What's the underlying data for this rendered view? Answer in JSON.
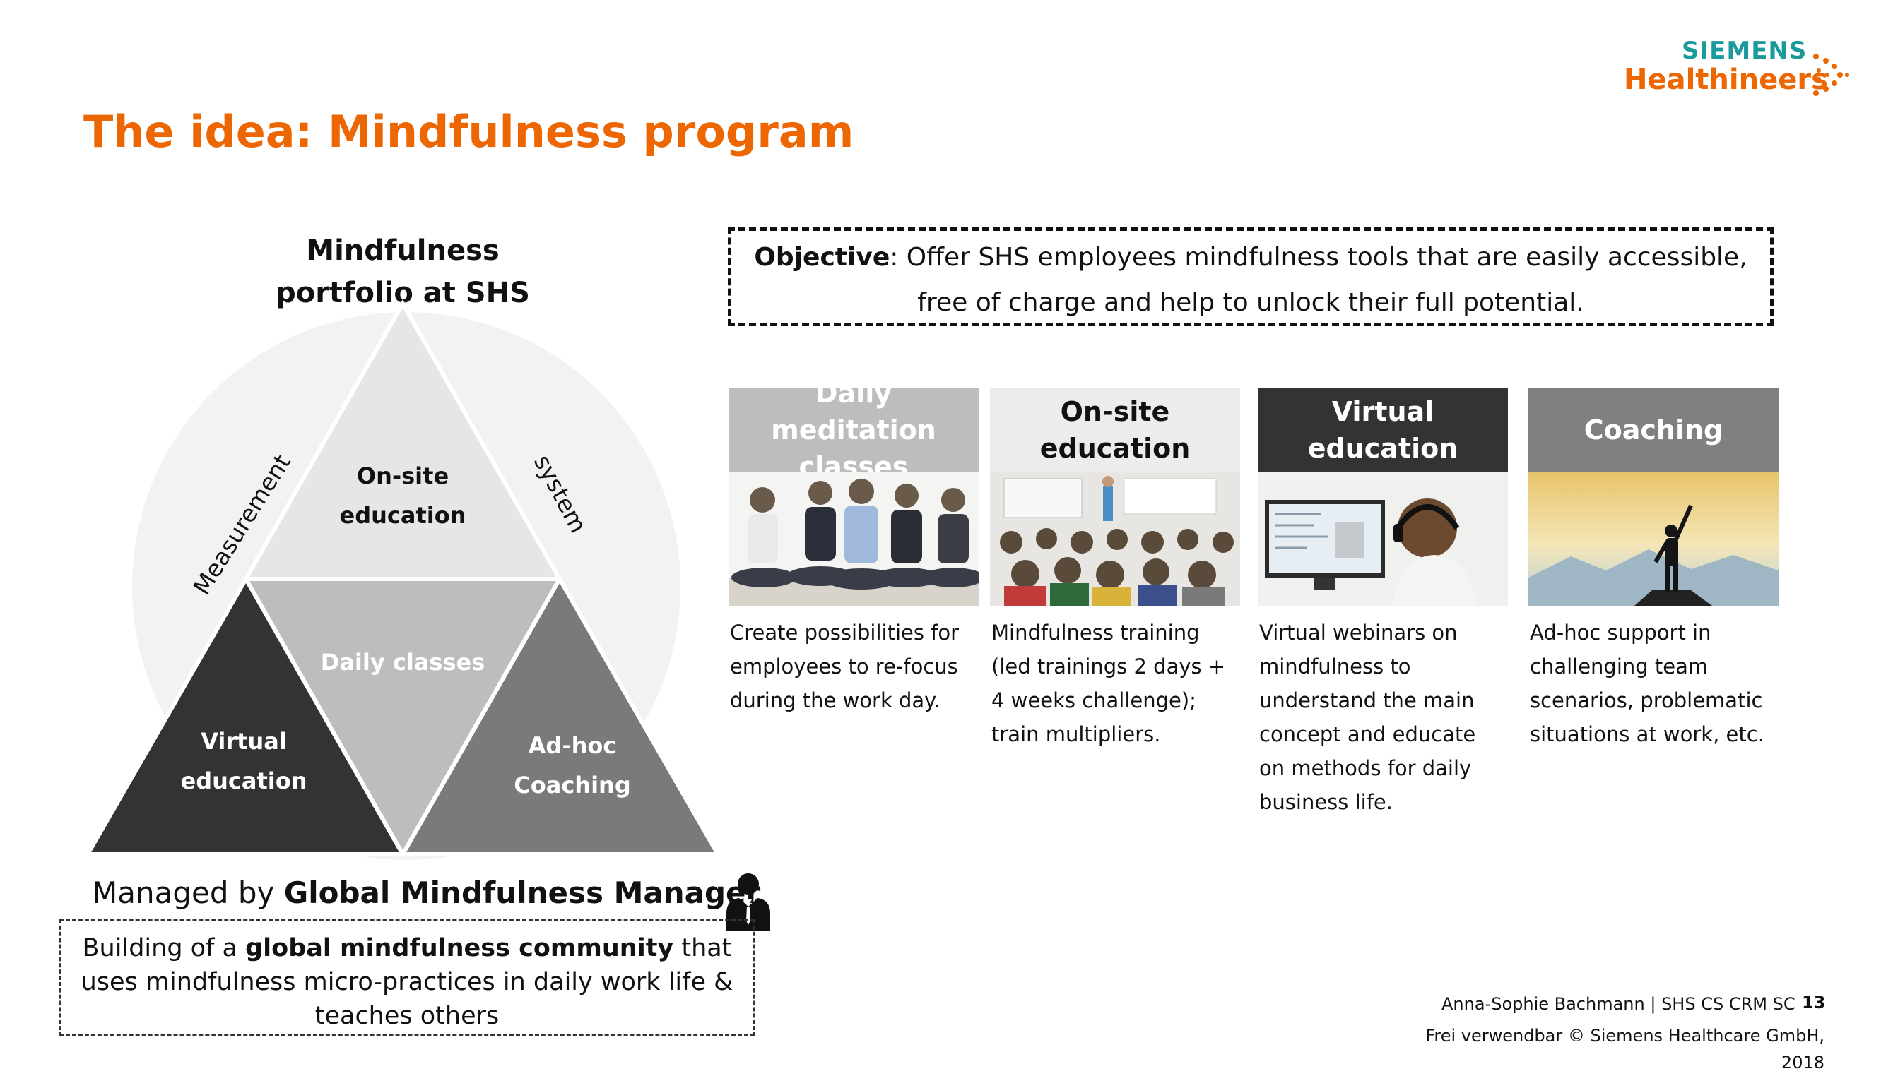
{
  "logo": {
    "line1": "SIEMENS",
    "line2": "Healthineers"
  },
  "title": "The idea: Mindfulness program",
  "pyramid": {
    "heading_line1": "Mindfulness",
    "heading_line2": "portfolio at SHS",
    "top_line1": "On-site",
    "top_line2": "education",
    "center": "Daily classes",
    "left_line1": "Virtual",
    "left_line2": "education",
    "right_line1": "Ad-hoc",
    "right_line2": "Coaching",
    "arc_left": "Measurement",
    "arc_right": "system"
  },
  "objective": {
    "label": "Objective",
    "line1": ": Offer SHS employees mindfulness tools that are easily accessible,",
    "line2": "free of charge and help to unlock their full potential."
  },
  "cards": [
    {
      "title_line1": "Daily meditation",
      "title_line2": "classes",
      "header_color": "#bdbdbd",
      "title_color": "#ffffff",
      "description": "Create possibilities for employees to re-focus during the work day."
    },
    {
      "title_line1": "On-site",
      "title_line2": "education",
      "header_color": "#ececec",
      "title_color": "#111111",
      "description": "Mindfulness training (led trainings 2 days + 4 weeks challenge); train multipliers."
    },
    {
      "title_line1": "Virtual",
      "title_line2": "education",
      "header_color": "#333333",
      "title_color": "#ffffff",
      "description": "Virtual webinars on mindfulness to understand the main concept and educate on methods for daily business life."
    },
    {
      "title_line1": "Coaching",
      "title_line2": "",
      "header_color": "#808080",
      "title_color": "#ffffff",
      "description": "Ad-hoc support in challenging team scenarios, problematic situations at work, etc."
    }
  ],
  "managed": {
    "prefix": "Managed by ",
    "role": "Global Mindfulness Manager"
  },
  "community": {
    "part1": "Building of a ",
    "bold": "global mindfulness community",
    "part2": " that uses mindfulness micro-practices in daily work life & teaches others"
  },
  "footer": {
    "author": "Anna-Sophie Bachmann | SHS CS CRM SC",
    "page": "13",
    "copyright": "Frei verwendbar © Siemens Healthcare GmbH, 2018"
  },
  "colors": {
    "accent": "#ec6602",
    "brand_teal": "#1a9a9a"
  }
}
